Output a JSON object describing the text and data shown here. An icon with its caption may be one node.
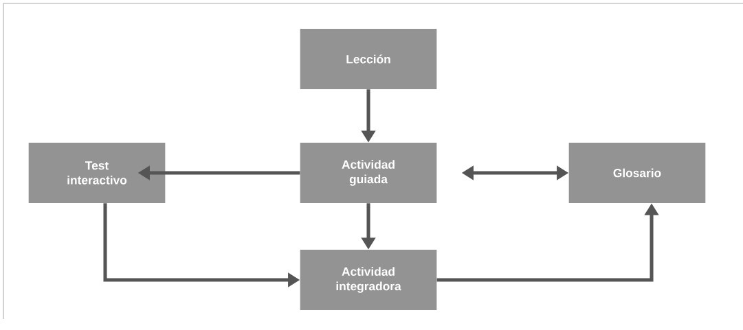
{
  "diagram": {
    "nodes": [
      {
        "text": [
          "Lección"
        ]
      },
      {
        "text": [
          "Test interactivo"
        ]
      },
      {
        "text": [
          "Actividad guiada"
        ]
      },
      {
        "text": [
          "Glosario"
        ]
      },
      {
        "text": [
          "Actividad integradora"
        ]
      }
    ],
    "edges": [
      {
        "from": 0,
        "to": 2,
        "arrow": "to"
      },
      {
        "from": 2,
        "to": 1,
        "arrow": "to"
      },
      {
        "from": 2,
        "to": 3,
        "arrow": "both"
      },
      {
        "from": 2,
        "to": 4,
        "arrow": "to"
      },
      {
        "from": 1,
        "to": 4,
        "arrow": "to"
      },
      {
        "from": 4,
        "to": 3,
        "arrow": "to"
      }
    ]
  }
}
